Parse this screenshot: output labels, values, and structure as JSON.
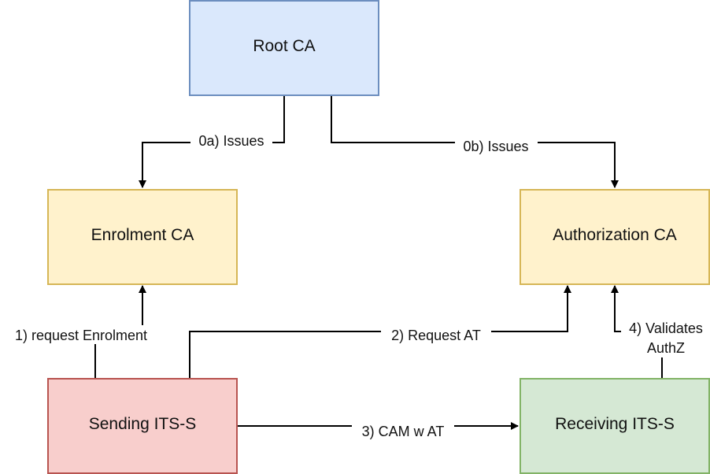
{
  "colors": {
    "root_fill": "#dae8fc",
    "root_stroke": "#6c8ebf",
    "ca_fill": "#fff2cc",
    "ca_stroke": "#d6b656",
    "sending_fill": "#f8cecc",
    "sending_stroke": "#b85450",
    "receiving_fill": "#d5e8d4",
    "receiving_stroke": "#82b366"
  },
  "nodes": {
    "root_ca": "Root CA",
    "enrolment_ca": "Enrolment CA",
    "authorization_ca": "Authorization CA",
    "sending_its": "Sending ITS-S",
    "receiving_its": "Receiving ITS-S"
  },
  "edges": {
    "issues_enrolment": "0a) Issues",
    "issues_authorization": "0b) Issues",
    "request_enrolment": "1) request Enrolment",
    "request_at": "2) Request AT",
    "cam_with_at": "3) CAM w AT",
    "validates_line1": "4) Validates",
    "validates_line2": "AuthZ"
  }
}
